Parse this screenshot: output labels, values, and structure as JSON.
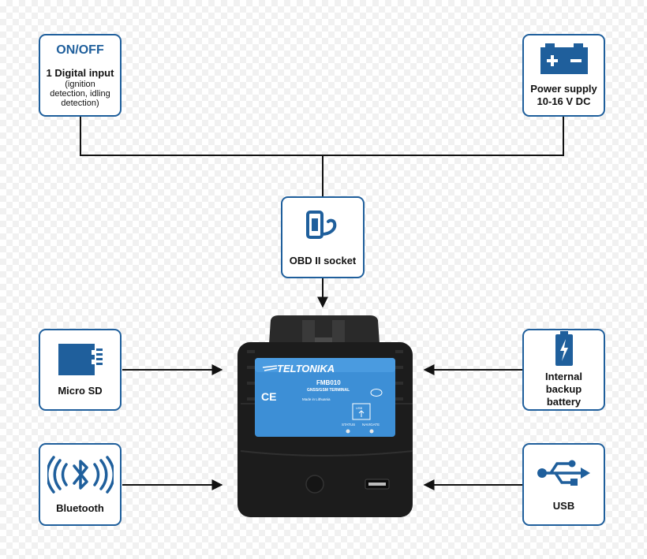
{
  "colors": {
    "accent": "#1f5f9c",
    "device_body": "#1c1c1c",
    "label_blue": "#3d8fd6"
  },
  "on_off": {
    "title": "ON/OFF",
    "line1": "1 Digital input",
    "line2": "(ignition",
    "line3": "detection, idling",
    "line4": "detection)"
  },
  "power": {
    "icon": "battery-plus-minus-icon",
    "line1": "Power supply",
    "line2": "10-16 V DC"
  },
  "obd": {
    "icon": "obd-plug-icon",
    "label": "OBD II socket"
  },
  "micro_sd": {
    "icon": "sd-card-icon",
    "label": "Micro SD"
  },
  "backup": {
    "icon": "battery-bolt-icon",
    "line1": "Internal",
    "line2": "backup",
    "line3": "battery"
  },
  "bluetooth": {
    "icon": "bluetooth-icon",
    "label": "Bluetooth"
  },
  "usb": {
    "icon": "usb-icon",
    "label": "USB"
  },
  "device": {
    "brand": "TELTONIKA",
    "model": "FMB010",
    "subtitle": "GNSS/GSM TERMINAL",
    "made_in": "Made in Lithuania",
    "ce": "CE",
    "status": "STATUS",
    "navigate": "NAVIGATE",
    "usb_tag": "USB"
  }
}
